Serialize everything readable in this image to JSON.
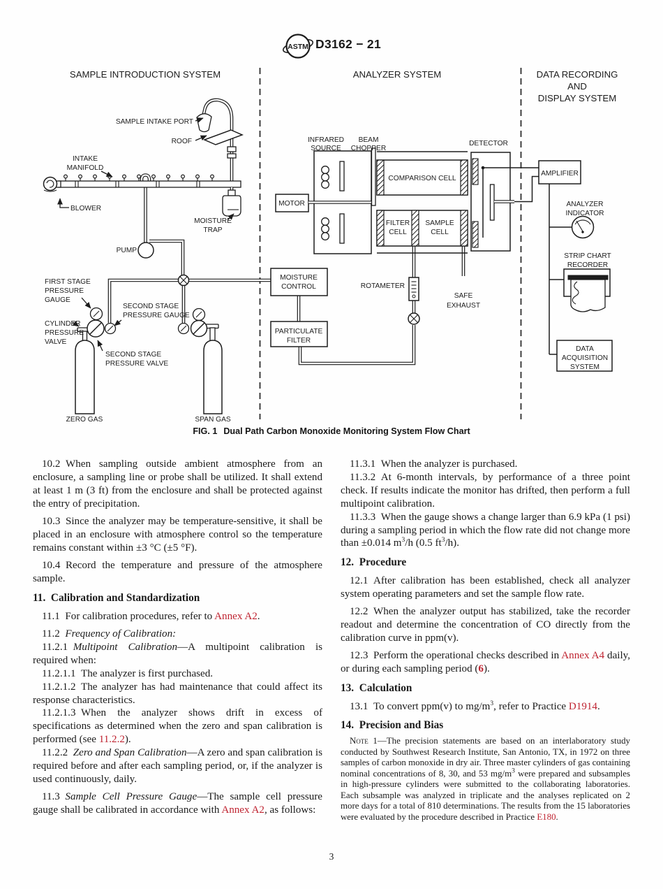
{
  "header": {
    "doc_code": "D3162 − 21",
    "logo_text": "ASTM"
  },
  "colors": {
    "link_red": "#bf2330",
    "ink": "#1b1b1b"
  },
  "figure": {
    "caption_label": "FIG. 1",
    "caption_title": "Dual Path Carbon Monoxide Monitoring System Flow Chart",
    "labels": {
      "sample_intro": "SAMPLE INTRODUCTION SYSTEM",
      "analyzer_system": "ANALYZER SYSTEM",
      "data_recording_1": "DATA RECORDING",
      "data_recording_2": "AND",
      "data_recording_3": "DISPLAY SYSTEM",
      "sample_intake_port": "SAMPLE INTAKE PORT",
      "roof": "ROOF",
      "intake_1": "INTAKE",
      "intake_2": "MANIFOLD",
      "blower": "BLOWER",
      "moisture_trap_1": "MOISTURE",
      "moisture_trap_2": "TRAP",
      "pump": "PUMP",
      "first_stage_1": "FIRST STAGE",
      "first_stage_2": "PRESSURE",
      "first_stage_3": "GAUGE",
      "second_gauge_1": "SECOND STAGE",
      "second_gauge_2": "PRESSURE GAUGE",
      "cylinder_valve_1": "CYLINDER",
      "cylinder_valve_2": "PRESSURE",
      "cylinder_valve_3": "VALVE",
      "second_valve_1": "SECOND STAGE",
      "second_valve_2": "PRESSURE VALVE",
      "zero_gas": "ZERO GAS",
      "span_gas": "SPAN GAS",
      "infrared_1": "INFRARED",
      "infrared_2": "SOURCE",
      "beam_1": "BEAM",
      "beam_2": "CHOPPER",
      "detector": "DETECTOR",
      "motor": "MOTOR",
      "comparison_cell": "COMPARISON CELL",
      "filter_1": "FILTER",
      "filter_2": "CELL",
      "sample_1": "SAMPLE",
      "sample_2": "CELL",
      "moisture_control_1": "MOISTURE",
      "moisture_control_2": "CONTROL",
      "particulate_1": "PARTICULATE",
      "particulate_2": "FILTER",
      "rotameter": "ROTAMETER",
      "safe_1": "SAFE",
      "safe_2": "EXHAUST",
      "amplifier": "AMPLIFIER",
      "indicator_1": "ANALYZER",
      "indicator_2": "INDICATOR",
      "strip_1": "STRIP CHART",
      "strip_2": "RECORDER",
      "daq_1": "DATA",
      "daq_2": "ACQUISITION",
      "daq_3": "SYSTEM"
    }
  },
  "body": {
    "left": [
      {
        "type": "p",
        "parts": [
          {
            "t": "10.2 When sampling outside ambient atmosphere from an enclosure, a sampling line or probe shall be utilized. It shall extend at least 1 m (3 ft) from the enclosure and shall be protected against the entry of precipitation."
          }
        ]
      },
      {
        "type": "p",
        "gap": true,
        "parts": [
          {
            "t": "10.3 Since the analyzer may be temperature-sensitive, it shall be placed in an enclosure with atmosphere control so the temperature remains constant within ±3 °C (±5 °F)."
          }
        ]
      },
      {
        "type": "p",
        "gap": true,
        "parts": [
          {
            "t": "10.4 Record the temperature and pressure of the atmosphere sample."
          }
        ]
      },
      {
        "type": "h",
        "parts": [
          {
            "t": "11. Calibration and Standardization"
          }
        ]
      },
      {
        "type": "p",
        "gap": true,
        "parts": [
          {
            "t": "11.1 For calibration procedures, refer to "
          },
          {
            "t": "Annex A2",
            "s": "link"
          },
          {
            "t": "."
          }
        ]
      },
      {
        "type": "p",
        "gap": true,
        "parts": [
          {
            "t": "11.2 "
          },
          {
            "t": "Frequency of Calibration:",
            "s": "i"
          }
        ]
      },
      {
        "type": "p",
        "parts": [
          {
            "t": "11.2.1 "
          },
          {
            "t": "Multipoint Calibration",
            "s": "i"
          },
          {
            "t": "—A multipoint calibration is required when:"
          }
        ]
      },
      {
        "type": "p",
        "parts": [
          {
            "t": "11.2.1.1 The analyzer is first purchased."
          }
        ]
      },
      {
        "type": "p",
        "parts": [
          {
            "t": "11.2.1.2 The analyzer has had maintenance that could affect its response characteristics."
          }
        ]
      },
      {
        "type": "p",
        "parts": [
          {
            "t": "11.2.1.3 When the analyzer shows drift in excess of specifications as determined when the zero and span calibration is performed (see "
          },
          {
            "t": "11.2.2",
            "s": "link"
          },
          {
            "t": ")."
          }
        ]
      },
      {
        "type": "p",
        "parts": [
          {
            "t": "11.2.2 "
          },
          {
            "t": "Zero and Span Calibration",
            "s": "i"
          },
          {
            "t": "—A zero and span calibration is required before and after each sampling period, or, if the analyzer is used continuously, daily."
          }
        ]
      },
      {
        "type": "p",
        "gap": true,
        "parts": [
          {
            "t": "11.3 "
          },
          {
            "t": "Sample Cell Pressure Gauge",
            "s": "i"
          },
          {
            "t": "—The sample cell pressure gauge shall be calibrated in accordance with "
          },
          {
            "t": "Annex A2",
            "s": "link"
          },
          {
            "t": ", as follows:"
          }
        ]
      }
    ],
    "right": [
      {
        "type": "p",
        "parts": [
          {
            "t": "11.3.1 When the analyzer is purchased."
          }
        ]
      },
      {
        "type": "p",
        "parts": [
          {
            "t": "11.3.2 At 6-month intervals, by performance of a three point check. If results indicate the monitor has drifted, then perform a full multipoint calibration."
          }
        ]
      },
      {
        "type": "p",
        "parts": [
          {
            "t": "11.3.3 When the gauge shows a change larger than 6.9 kPa (1 psi) during a sampling period in which the flow rate did not change more than ±0.014 m"
          },
          {
            "t": "3",
            "s": "sup"
          },
          {
            "t": "/h (0.5 ft"
          },
          {
            "t": "3",
            "s": "sup"
          },
          {
            "t": "/h)."
          }
        ]
      },
      {
        "type": "h",
        "parts": [
          {
            "t": "12. Procedure"
          }
        ]
      },
      {
        "type": "p",
        "gap": true,
        "parts": [
          {
            "t": "12.1 After calibration has been established, check all analyzer system operating parameters and set the sample flow rate."
          }
        ]
      },
      {
        "type": "p",
        "gap": true,
        "parts": [
          {
            "t": "12.2 When the analyzer output has stabilized, take the recorder readout and determine the concentration of CO directly from the calibration curve in ppm(v)."
          }
        ]
      },
      {
        "type": "p",
        "gap": true,
        "parts": [
          {
            "t": "12.3 Perform the operational checks described in "
          },
          {
            "t": "Annex A4",
            "s": "link"
          },
          {
            "t": " daily, or during each sampling period ("
          },
          {
            "t": "6",
            "s": "link",
            "b": true
          },
          {
            "t": ")."
          }
        ]
      },
      {
        "type": "h",
        "parts": [
          {
            "t": "13. Calculation"
          }
        ]
      },
      {
        "type": "p",
        "gap": true,
        "parts": [
          {
            "t": "13.1 To convert ppm(v) to mg/m"
          },
          {
            "t": "3",
            "s": "sup"
          },
          {
            "t": ", refer to Practice "
          },
          {
            "t": "D1914",
            "s": "link"
          },
          {
            "t": "."
          }
        ]
      },
      {
        "type": "h",
        "parts": [
          {
            "t": "14. Precision and Bias"
          }
        ]
      },
      {
        "type": "p",
        "note": true,
        "parts": [
          {
            "t": "Note 1—",
            "s": "sc"
          },
          {
            "t": "The precision statements are based on an interlaboratory study conducted by Southwest Research Institute, San Antonio, TX, in 1972 on three samples of carbon monoxide in dry air. Three master cylinders of gas containing nominal concentrations of 8, 30, and 53 mg/m"
          },
          {
            "t": "3",
            "s": "sup"
          },
          {
            "t": " were prepared and subsamples in high-pressure cylinders were submitted to the collaborating laboratories. Each subsample was analyzed in triplicate and the analyses replicated on 2 more days for a total of 810 determinations. The results from the 15 laboratories were evaluated by the procedure described in Practice "
          },
          {
            "t": "E180",
            "s": "link"
          },
          {
            "t": "."
          }
        ]
      }
    ]
  },
  "footer": {
    "page_number": "3"
  }
}
